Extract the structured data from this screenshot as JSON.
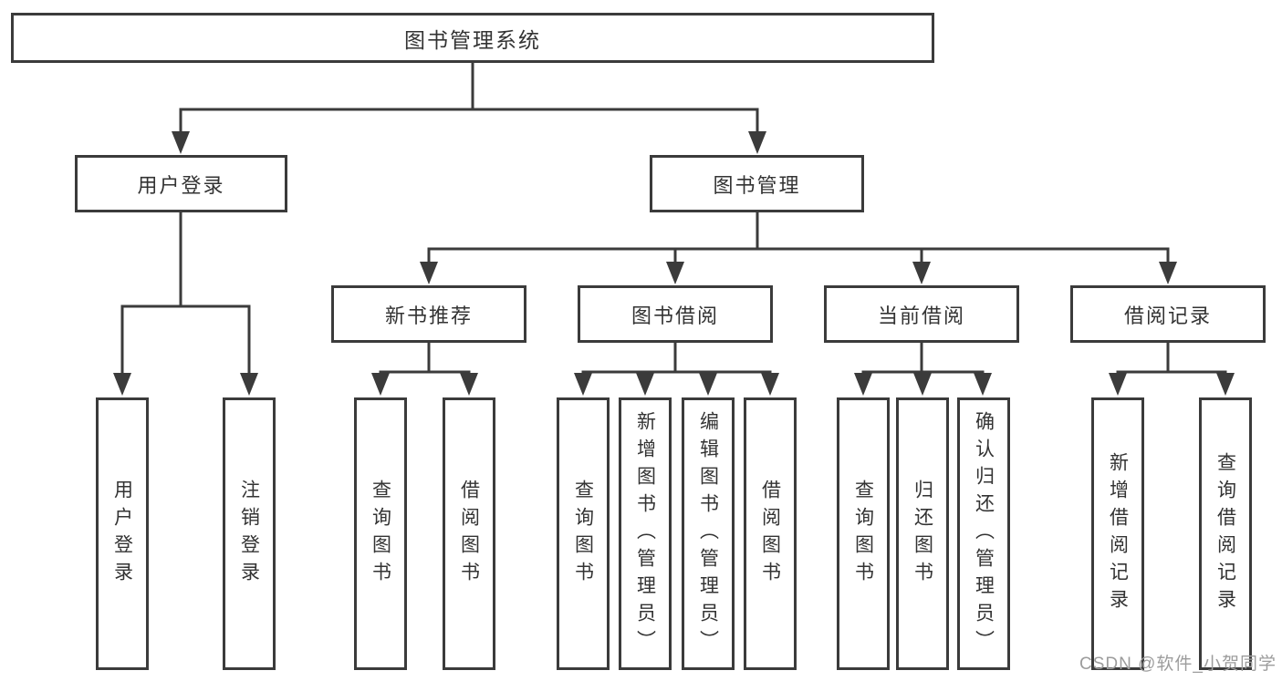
{
  "diagram": {
    "root": {
      "label": "图书管理系统"
    },
    "branches": [
      {
        "label": "用户登录",
        "children": [
          {
            "label": "用户登录"
          },
          {
            "label": "注销登录"
          }
        ]
      },
      {
        "label": "图书管理",
        "sections": [
          {
            "label": "新书推荐",
            "children": [
              {
                "label": "查询图书"
              },
              {
                "label": "借阅图书"
              }
            ]
          },
          {
            "label": "图书借阅",
            "children": [
              {
                "label": "查询图书"
              },
              {
                "label": "新增图书（管理员）"
              },
              {
                "label": "编辑图书（管理员）"
              },
              {
                "label": "借阅图书"
              }
            ]
          },
          {
            "label": "当前借阅",
            "children": [
              {
                "label": "查询图书"
              },
              {
                "label": "归还图书"
              },
              {
                "label": "确认归还（管理员）"
              }
            ]
          },
          {
            "label": "借阅记录",
            "children": [
              {
                "label": "新增借阅记录"
              },
              {
                "label": "查询借阅记录"
              }
            ]
          }
        ]
      }
    ]
  },
  "watermark": {
    "text": "CSDN @软件_小贺同学"
  },
  "colors": {
    "line": "#3b3b3b",
    "text": "#333333",
    "watermark": "#9c9c9c",
    "background": "#ffffff"
  }
}
